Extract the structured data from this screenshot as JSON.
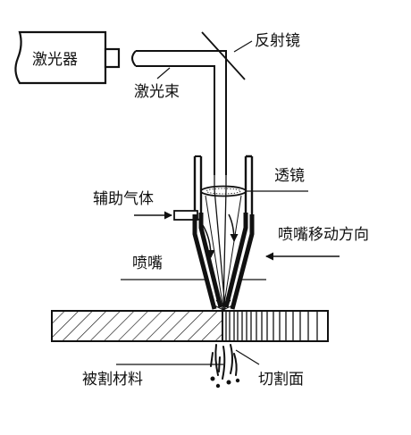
{
  "labels": {
    "laser": "激光器",
    "mirror": "反射镜",
    "beam": "激光束",
    "lens": "透镜",
    "assist_gas": "辅助气体",
    "nozzle_direction": "喷嘴移动方向",
    "nozzle": "喷嘴",
    "material": "被割材料",
    "cut_surface": "切割面"
  },
  "colors": {
    "stroke": "#111111",
    "background": "#ffffff"
  }
}
